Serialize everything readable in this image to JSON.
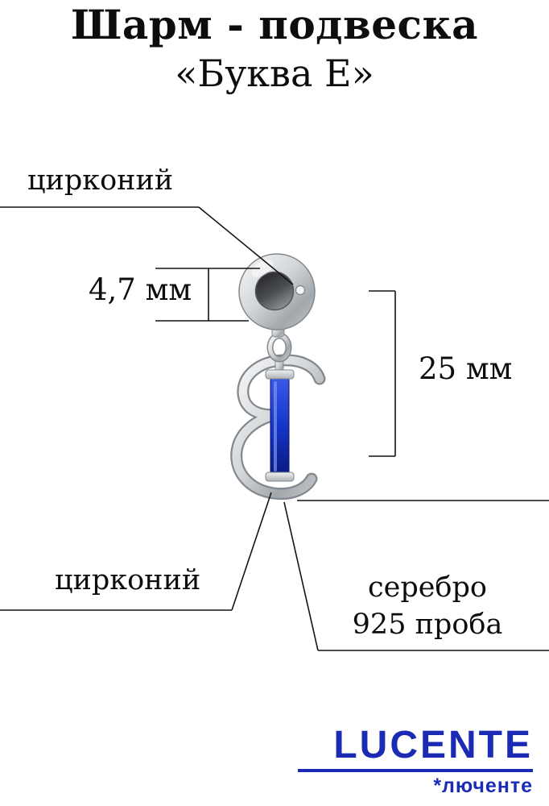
{
  "title": {
    "line1": "Шарм - подвеска",
    "line2": "«Буква Е»"
  },
  "annotations": {
    "zirconium_top": "цирконий",
    "width_dim": "4,7 мм",
    "height_dim": "25 мм",
    "zirconium_bottom": "цирконий",
    "silver_line1": "серебро",
    "silver_line2": "925 проба"
  },
  "logo": {
    "brand": "LUCENTE",
    "sub": "*люченте"
  },
  "colors": {
    "logo_blue": "#1b2bb3",
    "enamel_blue": "#1535c6",
    "silver": "#c9ccd0",
    "line": "#141414"
  },
  "illustration": {
    "subject": "silver-charm-pendant-letter-e",
    "parts": [
      "bail-ring",
      "zirconium-stone",
      "connector-loop",
      "letter-e-body",
      "blue-enamel-bar"
    ]
  }
}
